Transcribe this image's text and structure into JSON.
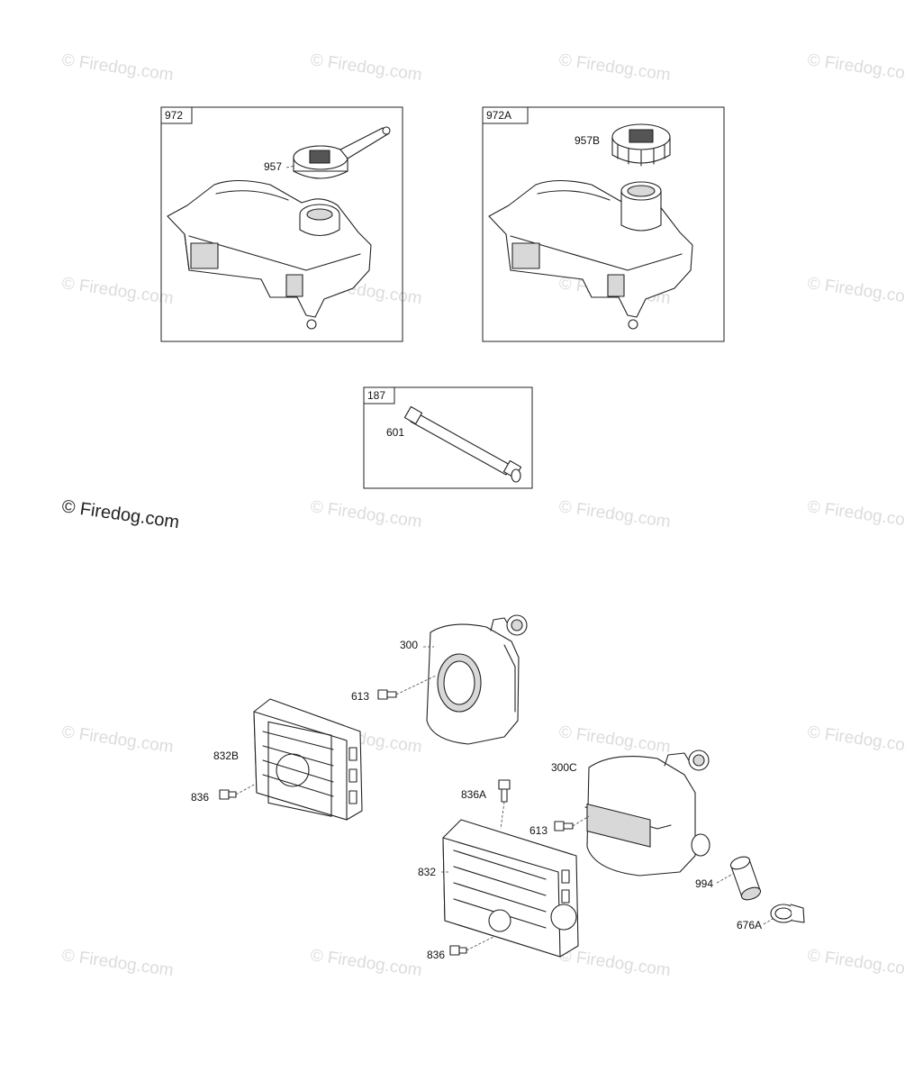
{
  "watermark": {
    "text": "© Firedog.com",
    "color": "#dcdcdc",
    "prominent_color": "#222222"
  },
  "boxes": {
    "fuel_tank_a": {
      "label": "972",
      "callout": "957"
    },
    "fuel_tank_b": {
      "label": "972A",
      "callout": "957B"
    },
    "fuel_line": {
      "label": "187",
      "callout": "601"
    }
  },
  "muffler": {
    "callouts": {
      "muffler_top": "300",
      "screw_top": "613",
      "guard_left": "832B",
      "screw_left": "836",
      "bolt_mid": "836A",
      "muffler_right": "300C",
      "screw_right": "613",
      "guard_mid": "832",
      "screw_bottom": "836",
      "deflector": "994",
      "clamp": "676A"
    }
  }
}
